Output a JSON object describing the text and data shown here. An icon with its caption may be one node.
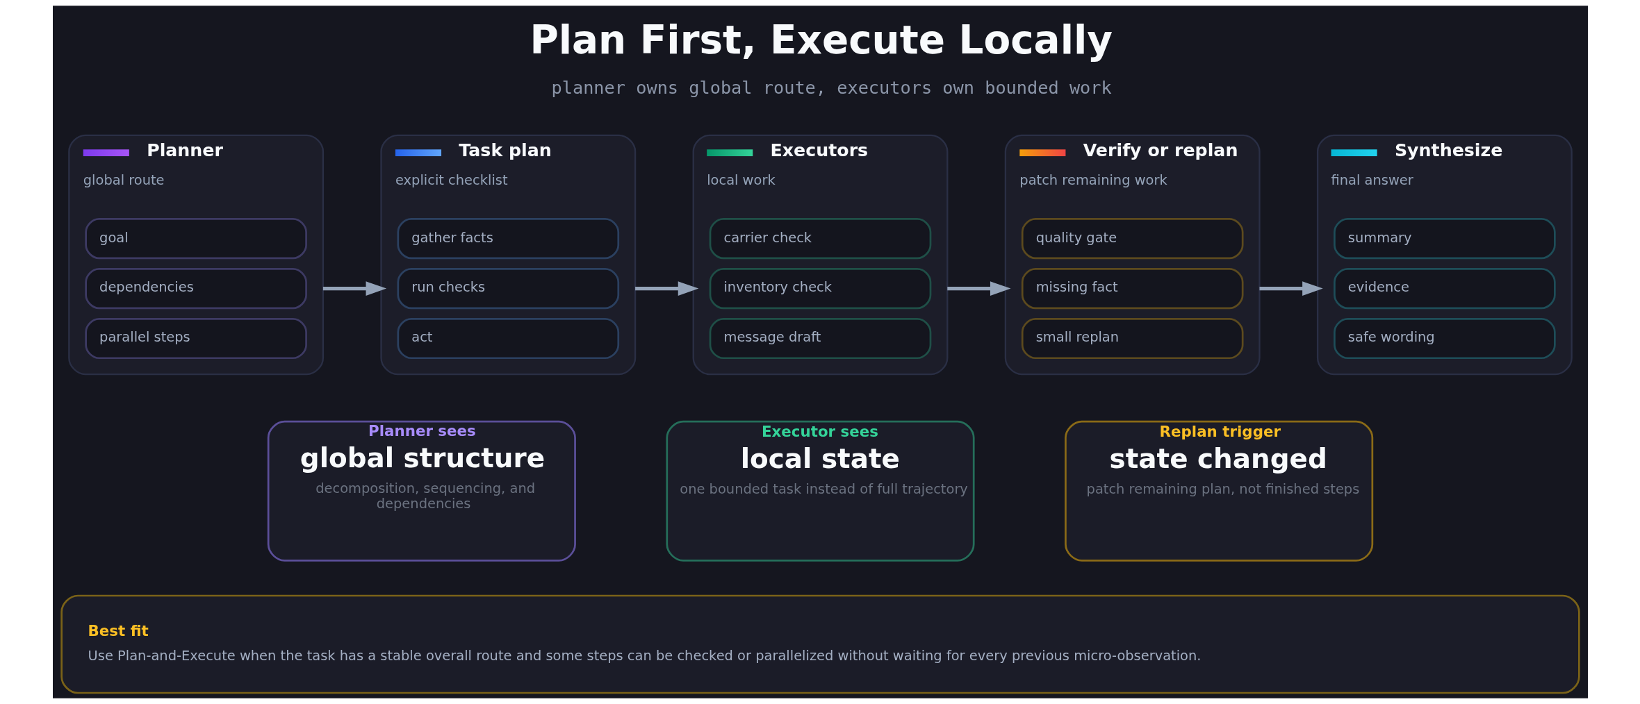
{
  "diagram": {
    "title": "Plan First, Execute Locally",
    "caption": "planner owns global route, executors own bounded work",
    "nodes": [
      {
        "text": [
          "Planner",
          "global route"
        ]
      },
      {
        "text": [
          "goal"
        ],
        "in": 0
      },
      {
        "text": [
          "dependencies"
        ],
        "in": 0
      },
      {
        "text": [
          "parallel steps"
        ],
        "in": 0
      },
      {
        "text": [
          "Task plan",
          "explicit checklist"
        ]
      },
      {
        "text": [
          "gather facts"
        ],
        "in": 4
      },
      {
        "text": [
          "run checks"
        ],
        "in": 4
      },
      {
        "text": [
          "act"
        ],
        "in": 4
      },
      {
        "text": [
          "Executors",
          "local work"
        ]
      },
      {
        "text": [
          "carrier check"
        ],
        "in": 8
      },
      {
        "text": [
          "inventory check"
        ],
        "in": 8
      },
      {
        "text": [
          "message draft"
        ],
        "in": 8
      },
      {
        "text": [
          "Verify or replan",
          "patch remaining work"
        ]
      },
      {
        "text": [
          "quality gate"
        ],
        "in": 12
      },
      {
        "text": [
          "missing fact"
        ],
        "in": 12
      },
      {
        "text": [
          "small replan"
        ],
        "in": 12
      },
      {
        "text": [
          "Synthesize",
          "final answer"
        ]
      },
      {
        "text": [
          "summary"
        ],
        "in": 16
      },
      {
        "text": [
          "evidence"
        ],
        "in": 16
      },
      {
        "text": [
          "safe wording"
        ],
        "in": 16
      },
      {
        "text": [
          "Planner sees",
          "global structure",
          "decomposition, sequencing, and dependencies"
        ]
      },
      {
        "text": [
          "Executor sees",
          "local state",
          "one bounded task instead of full trajectory"
        ]
      },
      {
        "text": [
          "Replan trigger",
          "state changed",
          "patch remaining plan, not finished steps"
        ]
      },
      {
        "text": [
          "Best fit",
          "Use Plan-and-Execute when the task has a stable overall route and some steps can be checked or parallelized without waiting for every previous micro-observation."
        ]
      }
    ],
    "edges": [
      {
        "from": 0,
        "to": 4,
        "arrow": "to"
      },
      {
        "from": 4,
        "to": 8,
        "arrow": "to"
      },
      {
        "from": 8,
        "to": 12,
        "arrow": "to"
      },
      {
        "from": 12,
        "to": 16,
        "arrow": "to"
      }
    ]
  }
}
